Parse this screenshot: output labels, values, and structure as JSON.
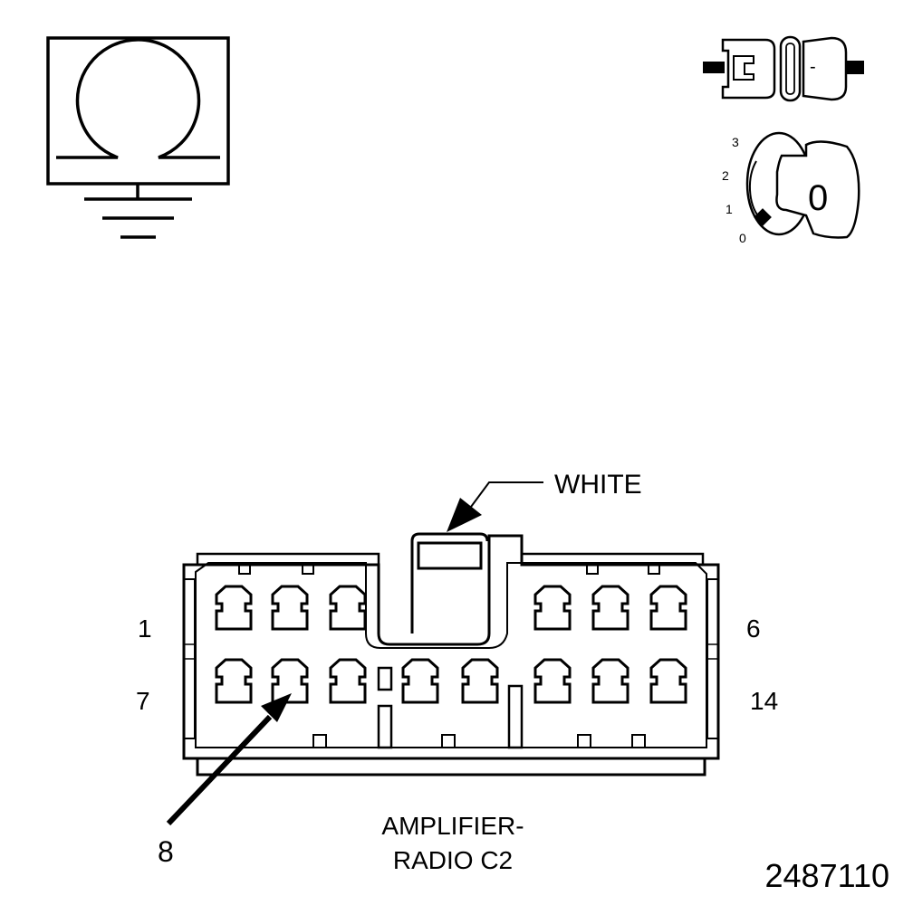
{
  "ohmmeter_symbol": {
    "icon": "ohm-meter-ground-icon"
  },
  "connector_icon": {
    "icon": "connector-disconnect-icon",
    "seal_mark": "-"
  },
  "ignition_switch": {
    "icon": "ignition-key-icon",
    "positions": [
      "3",
      "2",
      "1",
      "0"
    ],
    "key_label": "0"
  },
  "connector": {
    "color_label": "WHITE",
    "pin_labels": {
      "top_left": "1",
      "top_right": "6",
      "bottom_left": "7",
      "bottom_right": "14"
    },
    "pointer_label": "8",
    "name_line1": "AMPLIFIER-",
    "name_line2": "RADIO C2"
  },
  "figure_id": "2487110"
}
